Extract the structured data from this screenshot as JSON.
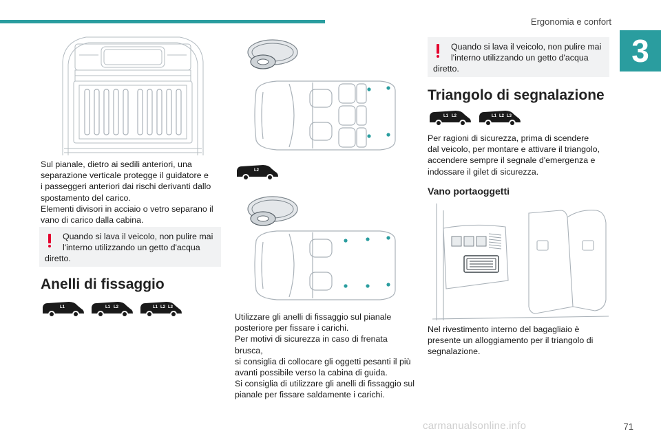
{
  "header": {
    "section_title": "Ergonomia e confort",
    "chapter_number": "3"
  },
  "left_column": {
    "cargo_paragraph_lines": [
      "Sul pianale, dietro ai sedili anteriori, una",
      "separazione verticale protegge il guidatore e",
      "i passeggeri anteriori dai rischi derivanti dallo",
      "spostamento del carico.",
      "Elementi divisori in acciaio o vetro separano il",
      "vano di carico dalla cabina."
    ],
    "warning_lines": [
      "Quando si lava il veicolo, non pulire mai",
      "l'interno utilizzando un getto d'acqua",
      "diretto."
    ],
    "anchoring_heading": "Anelli di fissaggio",
    "anchoring_badge_labels": [
      [
        "L1"
      ],
      [
        "L1",
        "L2"
      ],
      [
        "L1",
        "L2",
        "L3"
      ]
    ]
  },
  "middle_column": {
    "top_badge_labels": [
      "L2"
    ],
    "paragraph_lines": [
      "Utilizzare gli anelli di fissaggio sul pianale",
      "posteriore per fissare i carichi.",
      "Per motivi di sicurezza in caso di frenata brusca,",
      "si consiglia di collocare gli oggetti pesanti il più",
      "avanti possibile verso la cabina di guida.",
      "Si consiglia di utilizzare gli anelli di fissaggio sul",
      "pianale per fissare saldamente i carichi."
    ]
  },
  "right_column": {
    "warning_lines": [
      "Quando si lava il veicolo, non pulire mai",
      "l'interno utilizzando un getto d'acqua",
      "diretto."
    ],
    "triangle_heading": "Triangolo di segnalazione",
    "triangle_badge_labels": [
      [
        "L1",
        "L2"
      ],
      [
        "L1",
        "L2",
        "L3"
      ]
    ],
    "triangle_paragraph_lines": [
      "Per ragioni di sicurezza, prima di scendere",
      "dal veicolo, per montare e attivare il triangolo,",
      "accendere sempre il segnale d'emergenza e",
      "indossare il gilet di sicurezza."
    ],
    "storage_heading": "Vano portaoggetti",
    "storage_paragraph_lines": [
      "Nel rivestimento interno del bagagliaio è",
      "presente un alloggiamento per il triangolo di",
      "segnalazione."
    ]
  },
  "footer": {
    "page_number": "71",
    "watermark": "carmanualsonline.info"
  },
  "colors": {
    "accent": "#2a9d9f",
    "warning": "#e4032e",
    "note_background": "#f1f2f3",
    "anchor_point": "#2a9d9f"
  }
}
